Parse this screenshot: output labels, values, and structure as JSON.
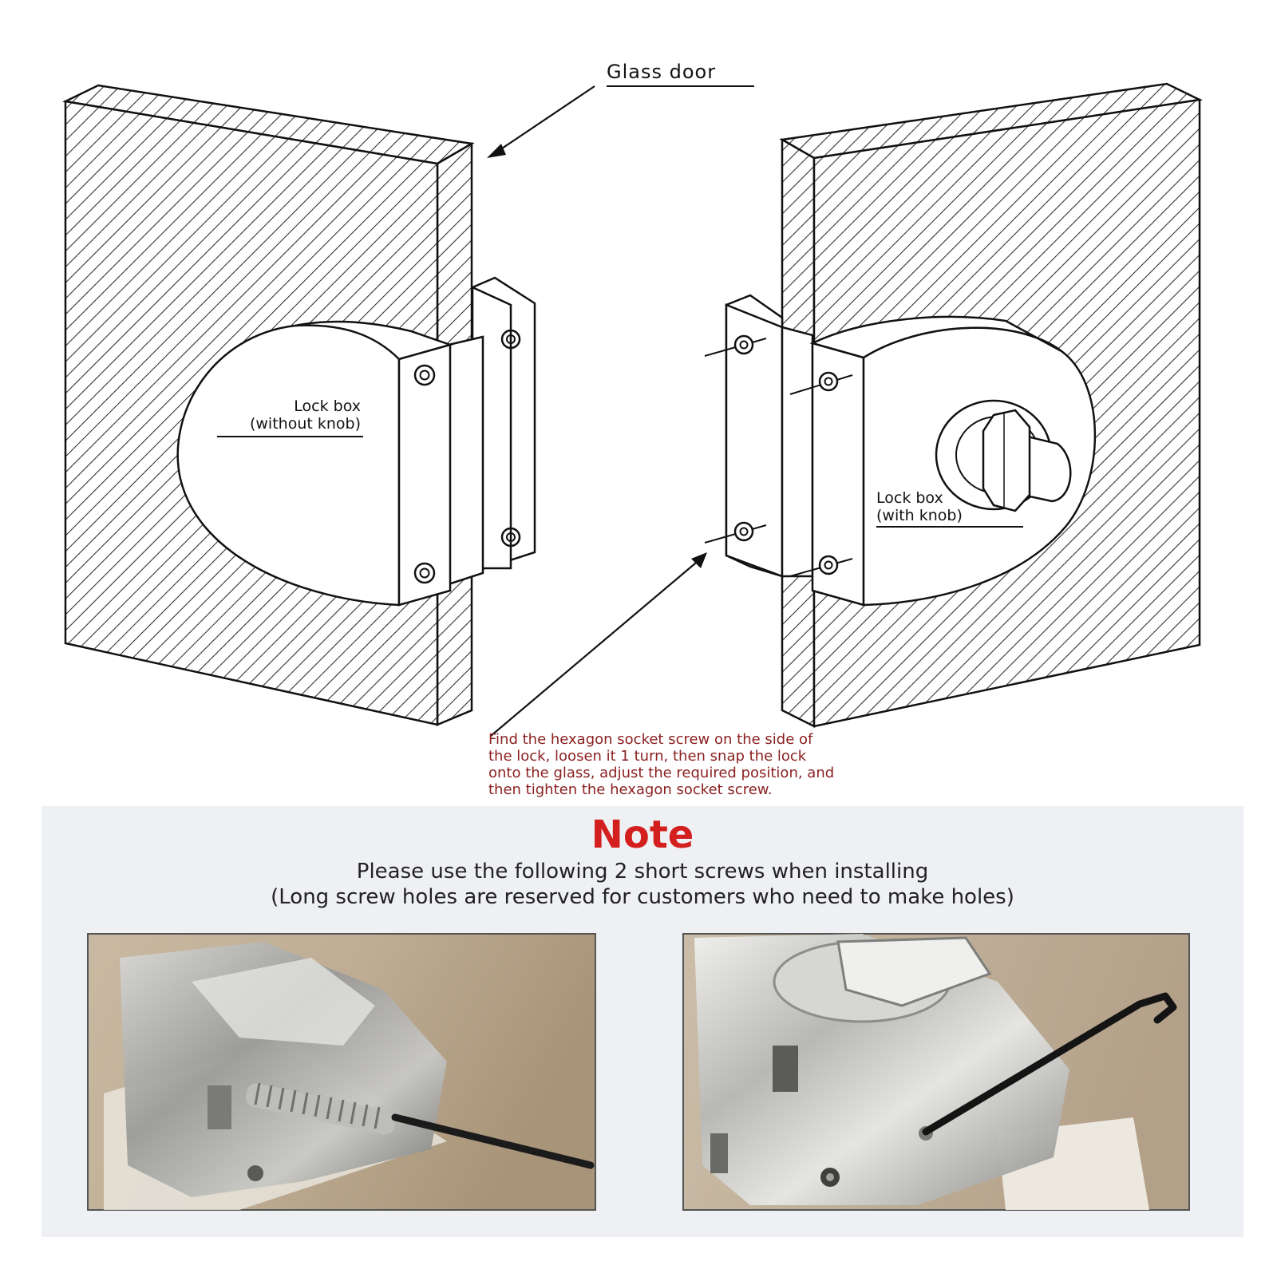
{
  "labels": {
    "glass_door": "Glass door",
    "lock_box_left_line1": "Lock box",
    "lock_box_left_line2": "(without knob)",
    "lock_box_right_line1": "Lock box",
    "lock_box_right_line2": "(with knob)"
  },
  "instruction_lines": [
    "Find the hexagon socket screw on the side of",
    "the lock, loosen it 1 turn, then snap the lock",
    "onto the glass, adjust the required position, and",
    "then tighten the hexagon socket screw."
  ],
  "note": {
    "title": "Note",
    "line1": "Please use the following 2 short screws when installing",
    "line2": "(Long screw holes are reserved for customers who need to make holes)"
  },
  "colors": {
    "note_title": "#d41f1f",
    "instruction_text": "#8a1f1f",
    "note_band": "#eef0f3"
  }
}
